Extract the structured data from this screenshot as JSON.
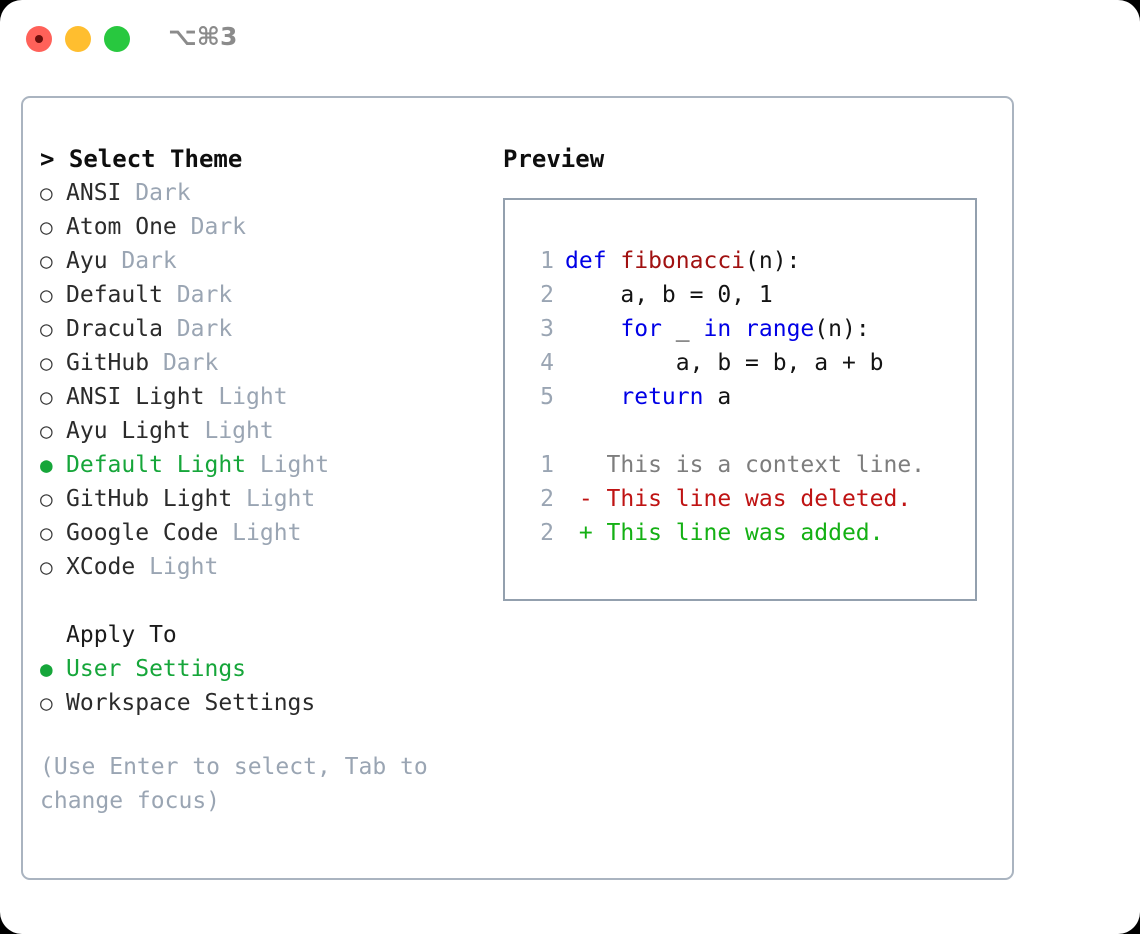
{
  "titlebar": {
    "shortcut": "⌥⌘3",
    "buttons": [
      {
        "name": "close",
        "color": "#ff6159"
      },
      {
        "name": "minimize",
        "color": "#ffbe2f"
      },
      {
        "name": "zoom",
        "color": "#28c83f"
      }
    ]
  },
  "theme_picker": {
    "heading": "> Select Theme",
    "options": [
      {
        "bullet": "○",
        "name": "ANSI",
        "tag": "Dark",
        "selected": false
      },
      {
        "bullet": "○",
        "name": "Atom One",
        "tag": "Dark",
        "selected": false
      },
      {
        "bullet": "○",
        "name": "Ayu",
        "tag": "Dark",
        "selected": false
      },
      {
        "bullet": "○",
        "name": "Default",
        "tag": "Dark",
        "selected": false
      },
      {
        "bullet": "○",
        "name": "Dracula",
        "tag": "Dark",
        "selected": false
      },
      {
        "bullet": "○",
        "name": "GitHub",
        "tag": "Dark",
        "selected": false
      },
      {
        "bullet": "○",
        "name": "ANSI Light",
        "tag": "Light",
        "selected": false
      },
      {
        "bullet": "○",
        "name": "Ayu Light",
        "tag": "Light",
        "selected": false
      },
      {
        "bullet": "●",
        "name": "Default Light",
        "tag": "Light",
        "selected": true
      },
      {
        "bullet": "○",
        "name": "GitHub Light",
        "tag": "Light",
        "selected": false
      },
      {
        "bullet": "○",
        "name": "Google Code",
        "tag": "Light",
        "selected": false
      },
      {
        "bullet": "○",
        "name": "XCode",
        "tag": "Light",
        "selected": false
      }
    ]
  },
  "apply_to": {
    "heading": "Apply To",
    "options": [
      {
        "bullet": "●",
        "name": "User Settings",
        "selected": true
      },
      {
        "bullet": "○",
        "name": "Workspace Settings",
        "selected": false
      }
    ]
  },
  "hint": "(Use Enter to select, Tab to change focus)",
  "preview": {
    "heading": "Preview",
    "code_lines": [
      {
        "num": "1",
        "tokens": [
          {
            "t": "def ",
            "k": "kw"
          },
          {
            "t": "fibonacci",
            "k": "fn"
          },
          {
            "t": "(n):",
            "k": "plain"
          }
        ]
      },
      {
        "num": "2",
        "tokens": [
          {
            "t": "    a, b = 0, 1",
            "k": "plain"
          }
        ]
      },
      {
        "num": "3",
        "tokens": [
          {
            "t": "    ",
            "k": "plain"
          },
          {
            "t": "for",
            "k": "kw"
          },
          {
            "t": " _ ",
            "k": "plain"
          },
          {
            "t": "in",
            "k": "kw"
          },
          {
            "t": " ",
            "k": "plain"
          },
          {
            "t": "range",
            "k": "kw"
          },
          {
            "t": "(n):",
            "k": "plain"
          }
        ]
      },
      {
        "num": "4",
        "tokens": [
          {
            "t": "        a, b = b, a + b",
            "k": "plain"
          }
        ]
      },
      {
        "num": "5",
        "tokens": [
          {
            "t": "    ",
            "k": "plain"
          },
          {
            "t": "return",
            "k": "kw"
          },
          {
            "t": " a",
            "k": "plain"
          }
        ]
      }
    ],
    "diff_lines": [
      {
        "num": "1",
        "marker": " ",
        "text": " This is a context line.",
        "kind": "ctx"
      },
      {
        "num": "2",
        "marker": "-",
        "text": " This line was deleted.",
        "kind": "del"
      },
      {
        "num": "2",
        "marker": "+",
        "text": " This line was added.",
        "kind": "add"
      }
    ]
  },
  "colors": {
    "accent_green": "#16a63a",
    "muted_gray": "#9aa5b3",
    "keyword_blue": "#0000e6",
    "function_red": "#a11111",
    "diff_delete": "#bf1313",
    "diff_add": "#14b014",
    "border": "#aab4c0"
  }
}
